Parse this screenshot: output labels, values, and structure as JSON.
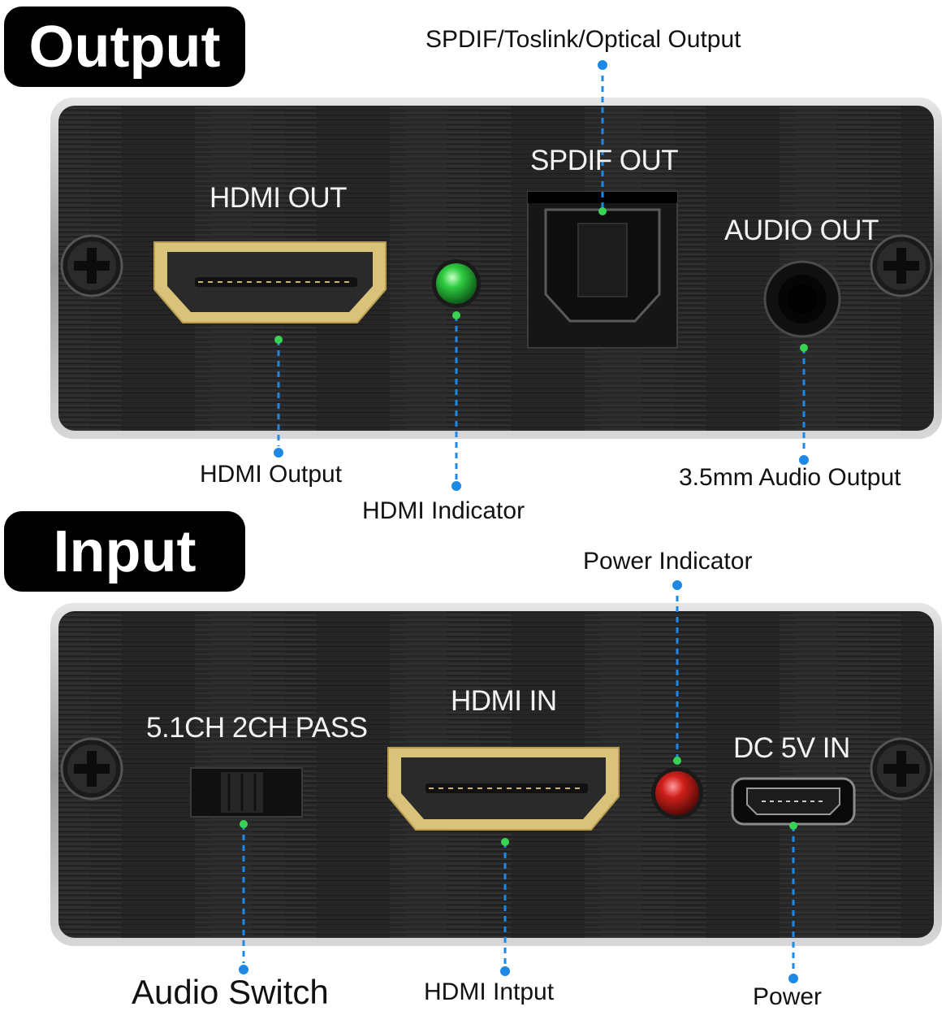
{
  "output_section": {
    "heading": "Output",
    "panel_labels": {
      "hdmi_out": "HDMI OUT",
      "spdif_out": "SPDIF OUT",
      "audio_out": "AUDIO OUT"
    },
    "callouts": {
      "spdif": "SPDIF/Toslink/Optical Output",
      "hdmi_output": "HDMI Output",
      "hdmi_indicator": "HDMI Indicator",
      "audio_output": "3.5mm Audio Output"
    }
  },
  "input_section": {
    "heading": "Input",
    "panel_labels": {
      "switch_modes": "5.1CH 2CH PASS",
      "hdmi_in": "HDMI IN",
      "dc_in": "DC 5V IN"
    },
    "callouts": {
      "power_indicator": "Power Indicator",
      "audio_switch": "Audio Switch",
      "hdmi_input": "HDMI Intput",
      "power": "Power"
    }
  },
  "colors": {
    "panel": "#2a2a2a",
    "frame": "#c8c8c8",
    "hdmi_bezel": "#d9c27a",
    "leader_line": "#1e88e5",
    "leader_dot": "#39d353",
    "led_green": "#2ecc40",
    "led_red": "#d0201a"
  },
  "icons": [
    "screw-icon",
    "hdmi-port-icon",
    "optical-port-icon",
    "audio-jack-icon",
    "led-icon",
    "slide-switch-icon",
    "micro-usb-port-icon"
  ]
}
